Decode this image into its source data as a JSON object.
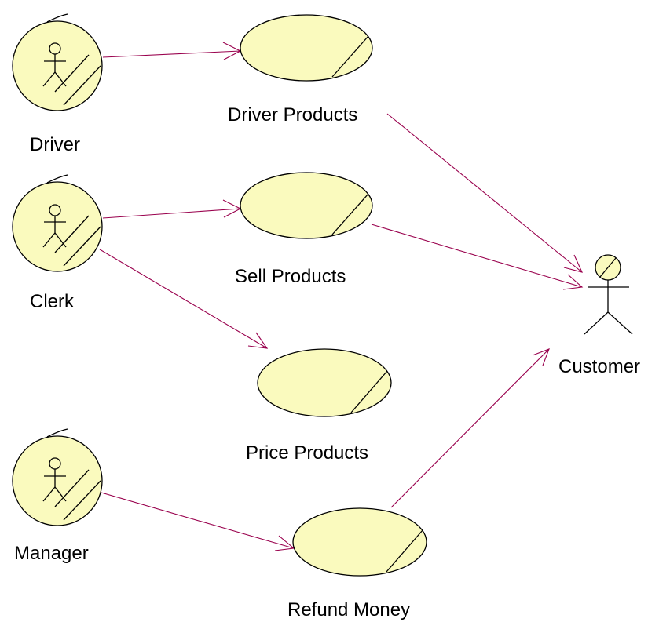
{
  "diagram": {
    "type": "use-case",
    "colors": {
      "shape_fill": "#fafabe",
      "outline": "#000000",
      "association": "#99004d",
      "background": "#ffffff"
    },
    "actors": [
      {
        "id": "driver",
        "label": "Driver",
        "style": "business-actor"
      },
      {
        "id": "clerk",
        "label": "Clerk",
        "style": "business-actor"
      },
      {
        "id": "manager",
        "label": "Manager",
        "style": "business-actor"
      },
      {
        "id": "customer",
        "label": "Customer",
        "style": "stick-figure"
      }
    ],
    "use_cases": [
      {
        "id": "driver_products",
        "label": "Driver Products"
      },
      {
        "id": "sell_products",
        "label": "Sell Products"
      },
      {
        "id": "price_products",
        "label": "Price Products"
      },
      {
        "id": "refund_money",
        "label": "Refund Money"
      }
    ],
    "associations": [
      {
        "from": "driver",
        "to": "driver_products"
      },
      {
        "from": "clerk",
        "to": "sell_products"
      },
      {
        "from": "clerk",
        "to": "price_products"
      },
      {
        "from": "manager",
        "to": "refund_money"
      },
      {
        "from": "driver_products",
        "to": "customer"
      },
      {
        "from": "sell_products",
        "to": "customer"
      },
      {
        "from": "refund_money",
        "to": "customer"
      }
    ]
  }
}
